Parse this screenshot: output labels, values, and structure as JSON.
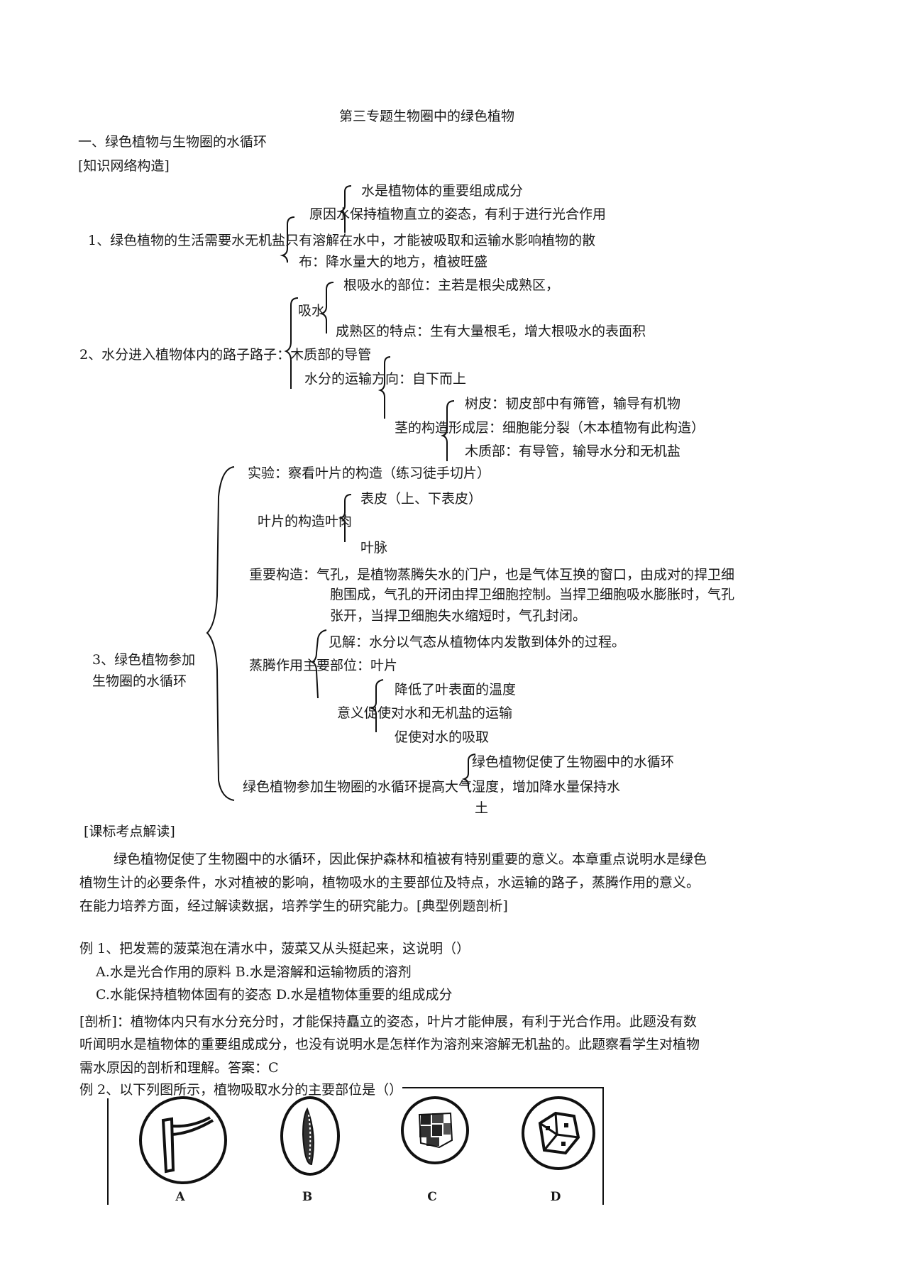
{
  "title": "第三专题生物圈中的绿色植物",
  "section1": "一、绿色植物与生物圈的水循环",
  "network_heading": "[知识网络构造]",
  "item1": {
    "label": "1、绿色植物的生活需要水无机盐只有溶解在水中，才能被吸取和运输水影响植物的散",
    "reason_label": "原因水保持植物直立的姿态，有利于进行光合作用",
    "reason_a": "水是植物体的重要组成成分",
    "distribution": "布：降水量大的地方，植被旺盛"
  },
  "item2": {
    "label": "2、水分进入植物体内的路子路子：木质部的导管",
    "absorb": "吸水",
    "absorb_a": "根吸水的部位：主若是根尖成熟区，",
    "absorb_b": "成熟区的特点：生有大量根毛，增大根吸水的表面积",
    "transport": "水分的运输方向：自下而上",
    "stem": "茎的构造形成层：细胞能分裂（木本植物有此构造）",
    "stem_a": "树皮：韧皮部中有筛管，输导有机物",
    "stem_c": "木质部：有导管，输导水分和无机盐"
  },
  "item3": {
    "label_line1": "3、绿色植物参加",
    "label_line2": "生物圈的水循环",
    "experiment": "实验：察看叶片的构造（练习徒手切片）",
    "leaf": "叶片的构造叶肉",
    "leaf_a": "表皮（上、下表皮）",
    "leaf_c": "叶脉",
    "important_1": "重要构造：气孔，是植物蒸腾失水的门户，也是气体互换的窗口，由成对的捍卫细",
    "important_2": "胞围成，气孔的开闭由捍卫细胞控制。当捍卫细胞吸水膨胀时，气孔",
    "important_3": "张开，当捍卫细胞失水缩短时，气孔封闭。",
    "transp_concept": "见解：水分以气态从植物体内发散到体外的过程。",
    "transp_part": "蒸腾作用主要部位：叶片",
    "meaning": "意义促使对水和无机盐的运输",
    "meaning_a": "降低了叶表面的温度",
    "meaning_c": "促使对水的吸取",
    "cycle": "绿色植物参加生物圈的水循环提高大气湿度，增加降水量保持水",
    "cycle_a": "绿色植物促使了生物圈中的水循环",
    "cycle_tail": "土"
  },
  "curriculum_heading": "[课标考点解读]",
  "curriculum_p1": "绿色植物促使了生物圈中的水循环，因此保护森林和植被有特别重要的意义。本章重点说明水是绿色",
  "curriculum_p2": "植物生计的必要条件，水对植被的影响，植物吸水的主要部位及特点，水运输的路子，蒸腾作用的意义。",
  "curriculum_p3": "在能力培养方面，经过解读数据，培养学生的研究能力。[典型例题剖析]",
  "ex1": {
    "q": "例 1、把发蔫的菠菜泡在清水中，菠菜又从头挺起来，这说明（）",
    "ab": "A.水是光合作用的原料 B.水是溶解和运输物质的溶剂",
    "cd": "C.水能保持植物体固有的姿态 D.水是植物体重要的组成成分"
  },
  "analysis": {
    "l1": "[剖析]：植物体内只有水分充分时，才能保持矗立的姿态，叶片才能伸展，有利于光合作用。此题没有数",
    "l2": "听闻明水是植物体的重要组成成分，也没有说明水是怎样作为溶剂来溶解无机盐的。此题察看学生对植物",
    "l3": "需水原因的剖析和理解。答案：C"
  },
  "ex2": {
    "q": "例 2、以下列图所示，植物吸取水分的主要部位是（）",
    "labels": [
      "A",
      "B",
      "C",
      "D"
    ]
  }
}
